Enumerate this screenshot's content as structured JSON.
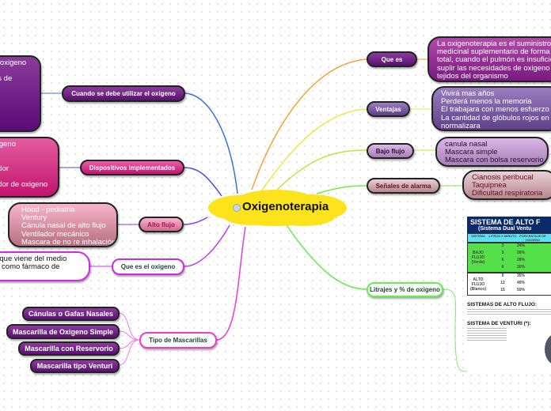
{
  "central": {
    "title": "Oxigenoterapia",
    "color": "#fde31c"
  },
  "right": [
    {
      "label": "Que es",
      "lines": [
        "La oxigenoterapia es el suministro de",
        "medicinal suplementario de forma pa",
        "total, cuando el pulmón es insuficient",
        "suplir las necesidades de oxigeno en",
        "tejidos del organismo"
      ]
    },
    {
      "label": "Ventajas",
      "lines": [
        "Vivirá mas años",
        "Perderá menos la memoria",
        "El trabajara con menos esfuerzo",
        "La cantidad de glóbulos rojos en su",
        "normalizara"
      ]
    },
    {
      "label": "Bajo flujo",
      "lines": [
        "canula nasal",
        "Mascara simple",
        "Mascara con bolsa reservorio"
      ]
    },
    {
      "label": "Señales de alarma",
      "lines": [
        "Cianosis peribucal",
        "Taquipnea",
        "Dificultad respiratoria"
      ]
    },
    {
      "label": "Litrajes y % de oxigeno"
    }
  ],
  "left": [
    {
      "label": "Cuando se debe utilizar el oxigeno",
      "lines": [
        "e oxigeno",
        "",
        "es de",
        "t"
      ]
    },
    {
      "label": "Dispositivos implementados",
      "lines": [
        "xigeno",
        "ro",
        "",
        "ador",
        "",
        "ador de oxigeno"
      ]
    },
    {
      "label": "Alto flujo",
      "lines": [
        "Hood - pediatria",
        "Ventury",
        "Cánula nasal de alto flujo",
        "Ventilador mecánico",
        "Mascara de no re inhalación"
      ]
    },
    {
      "label": "Que es el oxigeno",
      "lines": [
        "s que viene del medio",
        "lo como fármaco de"
      ]
    },
    {
      "label": "Tipo de Mascarillas",
      "children": [
        "Cánulas o Gafas Nasales",
        "Mascarilla de Oxigeno Simple",
        "Mascarilla con Reservorio",
        "Mascarilla tipo Venturi"
      ]
    }
  ],
  "table_image": {
    "title": "SISTEMA DE ALTO F",
    "subtitle": "(Sistema Dual Ventu",
    "headers": [
      "SISTEMA",
      "LITROS X MINUTO",
      "PORCENTAJE DE OXIGENO"
    ],
    "groups": [
      {
        "name": "BAJO FLUJO (Verde)",
        "rows": [
          [
            "3",
            "24%"
          ],
          [
            "3",
            "26%"
          ],
          [
            "6",
            "28%"
          ],
          [
            "6",
            "30%"
          ]
        ]
      },
      {
        "name": "ALTO FLUJO (Blanco)",
        "rows": [
          [
            "9",
            "35%"
          ],
          [
            "12",
            "40%"
          ],
          [
            "15",
            "50%"
          ]
        ]
      }
    ],
    "section1": "SISTEMAS DE ALTO FLUJO:",
    "section2": "SISTEMA DE VENTURI (*):"
  }
}
